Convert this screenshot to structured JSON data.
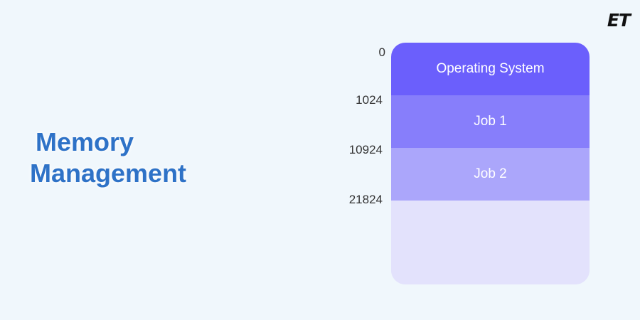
{
  "logo": {
    "text": "ET"
  },
  "title": {
    "line1": "Memory",
    "line2": "Management"
  },
  "addresses": [
    "0",
    "1024",
    "10924",
    "21824"
  ],
  "memory": {
    "blocks": [
      {
        "label": "Operating System",
        "color": "#6b5ffc"
      },
      {
        "label": "Job 1",
        "color": "#877efb"
      },
      {
        "label": "Job 2",
        "color": "#aba6fb"
      },
      {
        "label": "",
        "color": "#e3e2fc"
      }
    ]
  },
  "colors": {
    "background": "#f0f7fc",
    "title": "#2e72c7"
  }
}
